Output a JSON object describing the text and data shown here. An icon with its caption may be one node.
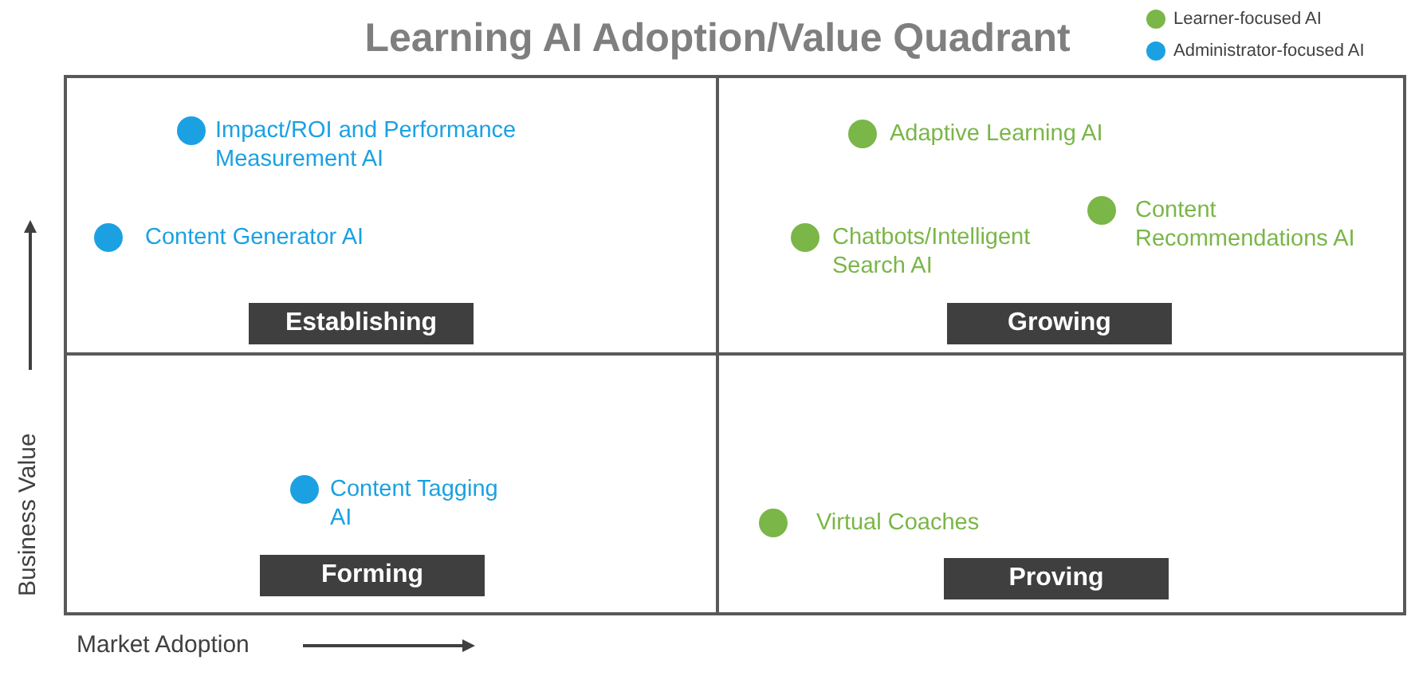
{
  "diagram": {
    "title": "Learning AI Adoption/Value Quadrant",
    "nodes": [
      {
        "text": [],
        "shape": "box"
      },
      {
        "text": [
          "Impact/ROI and Performance Measurement AI"
        ],
        "in": 0
      },
      {
        "text": [
          "Content Generator AI"
        ],
        "in": 0
      },
      {
        "text": [
          "Establishing"
        ],
        "in": 0
      },
      {
        "text": [],
        "shape": "box"
      },
      {
        "text": [
          "Adaptive Learning AI"
        ],
        "in": 4
      },
      {
        "text": [
          "Chatbots/Intelligent Search AI"
        ],
        "in": 4
      },
      {
        "text": [
          "Content Recommendations AI"
        ],
        "in": 4
      },
      {
        "text": [
          "Growing"
        ],
        "in": 4
      },
      {
        "text": [],
        "shape": "box"
      },
      {
        "text": [
          "Content Tagging AI"
        ],
        "in": 9
      },
      {
        "text": [
          "Forming"
        ],
        "in": 9
      },
      {
        "text": [],
        "shape": "box"
      },
      {
        "text": [
          "Virtual Coaches"
        ],
        "in": 12
      },
      {
        "text": [
          "Proving"
        ],
        "in": 12
      }
    ],
    "labels": [
      "Business Value",
      "Market Adoption"
    ],
    "legend": [
      {
        "text": "Learner-focused AI",
        "color": "#7ab648"
      },
      {
        "text": "Administrator-focused AI",
        "color": "#1ba1e2"
      }
    ]
  }
}
